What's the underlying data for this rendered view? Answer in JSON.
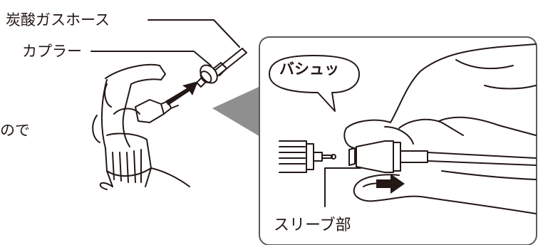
{
  "labels": {
    "co2_hose": "炭酸ガスホース",
    "coupler": "カプラー",
    "fragment": "ので",
    "sleeve": "スリーブ部"
  },
  "bubble": {
    "text": "バシュッ"
  },
  "colors": {
    "ink": "#231815",
    "panel_border": "#5a5a5a",
    "pointer_gray": "#8f8f8f",
    "arrow_fill": "#231815"
  }
}
